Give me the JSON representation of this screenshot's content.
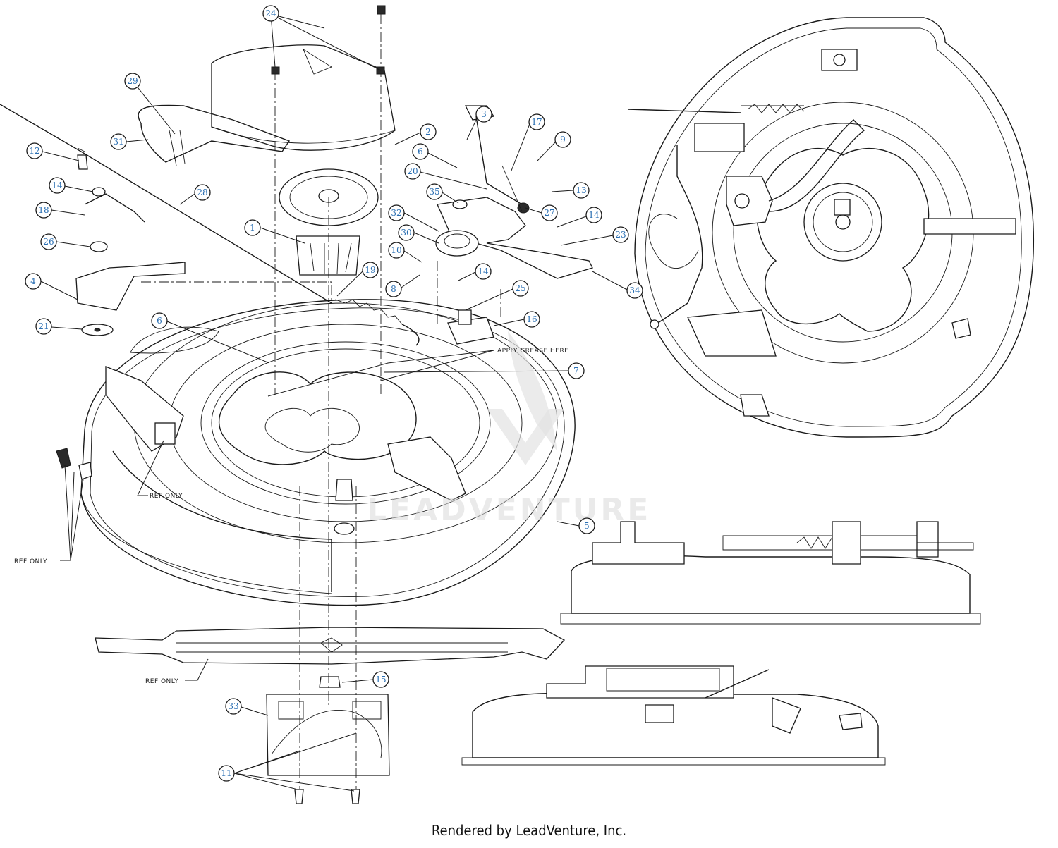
{
  "footer": {
    "text": "Rendered by LeadVenture, Inc."
  },
  "watermark": {
    "text": "LEADVENTURE"
  },
  "notes": {
    "apply_grease": "APPLY GREASE HERE",
    "ref_only": "REF ONLY"
  },
  "callouts": [
    {
      "label": "24"
    },
    {
      "label": "29"
    },
    {
      "label": "31"
    },
    {
      "label": "2"
    },
    {
      "label": "12"
    },
    {
      "label": "14"
    },
    {
      "label": "28"
    },
    {
      "label": "18"
    },
    {
      "label": "1"
    },
    {
      "label": "26"
    },
    {
      "label": "4"
    },
    {
      "label": "19"
    },
    {
      "label": "21"
    },
    {
      "label": "6"
    },
    {
      "label": "3"
    },
    {
      "label": "17"
    },
    {
      "label": "9"
    },
    {
      "label": "6"
    },
    {
      "label": "20"
    },
    {
      "label": "13"
    },
    {
      "label": "35"
    },
    {
      "label": "27"
    },
    {
      "label": "14"
    },
    {
      "label": "32"
    },
    {
      "label": "23"
    },
    {
      "label": "30"
    },
    {
      "label": "10"
    },
    {
      "label": "14"
    },
    {
      "label": "8"
    },
    {
      "label": "34"
    },
    {
      "label": "25"
    },
    {
      "label": "16"
    },
    {
      "label": "7"
    },
    {
      "label": "5"
    },
    {
      "label": "15"
    },
    {
      "label": "33"
    },
    {
      "label": "11"
    }
  ],
  "colors": {
    "callout_text": "#2a6fb3",
    "line": "#1a1a1a",
    "watermark": "#d9d9d9"
  }
}
